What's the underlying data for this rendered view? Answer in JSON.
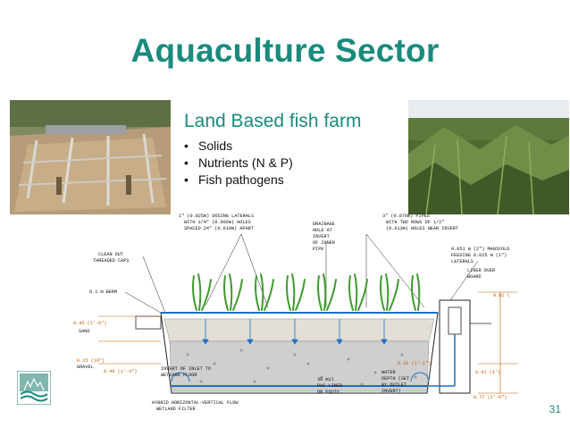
{
  "slide": {
    "title": "Aquaculture Sector",
    "subtitle": "Land Based fish farm",
    "bullets": [
      "Solids",
      "Nutrients (N & P)",
      "Fish pathogens"
    ],
    "page_number": "31"
  },
  "diagram": {
    "labels": {
      "dosing": "1\" (0.025m) DOSING LATERALS",
      "dosing2": "WITH 1/4\" (0.006m) HOLES",
      "dosing3": "SPACED 24\" (0.610m) APART",
      "drainage": "DRAINAGE",
      "drainage2": "HOLE AT",
      "drainage3": "INVERT",
      "drainage4": "OF INNER",
      "drainage5": "PIPE",
      "pipes": "3\" (0.076m) PIPES",
      "pipes2": "WITH TWO ROWS OF 1/2\"",
      "pipes3": "(0.013m) HOLES NEAR INVERT",
      "cleanout": "CLEAN OUT",
      "cleanout2": "THREADED CAPS",
      "berm": "0.1 m BERM",
      "manifold": "0.051 m (2\") MANIFOLD",
      "manifold2": "FEEDING 0.025 m (1\")",
      "manifold3": "LATERALS",
      "liner": "LINER OVER",
      "liner2": "BOARD",
      "sand_depth": "0.45 (1'-6\")",
      "sand": "SAND",
      "gravel_depth": "0.25 (10\")",
      "gravel": "GRAVEL",
      "depth_040": "0.40 (1'-4\")",
      "inlet": "INVERT OF INLET TO",
      "inlet2": "WETLAND FLOOR",
      "liner_mil": "30 mil",
      "liner_mil2": "PVC LINER",
      "liner_mil3": "OR EQUIV.",
      "water": "WATER",
      "water2": "DEPTH (SET",
      "water3": "BY OUTLET",
      "water4": "INVERT)",
      "d032": "0.32 (1'-1\")",
      "d091": "0.91 (3')",
      "d077": "0.77 (2'-6\")",
      "d061": "0.61 (",
      "filter": "HYBRID HORIZONTAL-VERTICAL FLOW",
      "filter2": "WETLAND FILTER"
    }
  },
  "colors": {
    "accent": "#1b8a7d",
    "dimension": "#c25a00"
  }
}
